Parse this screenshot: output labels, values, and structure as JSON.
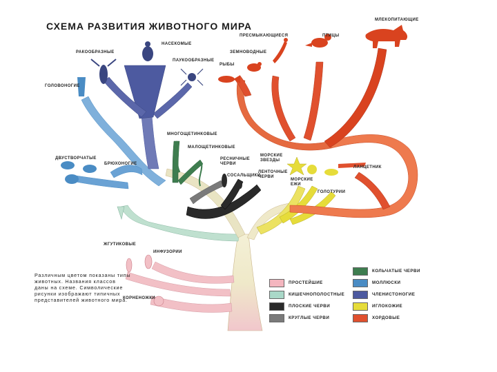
{
  "title": "СХЕМА РАЗВИТИЯ ЖИВОТНОГО МИРА",
  "labels": {
    "mammals": "МЛЕКОПИТАЮЩИЕ",
    "reptiles": "ПРЕСМЫКАЮЩИЕСЯ",
    "birds": "ПТИЦЫ",
    "amphibians": "ЗЕМНОВОДНЫЕ",
    "fish": "РЫБЫ",
    "insects": "НАСЕКОМЫЕ",
    "crustaceans": "РАКООБРАЗНЫЕ",
    "arachnids": "ПАУКООБРАЗНЫЕ",
    "cephalopods": "ГОЛОВОНОГИЕ",
    "bivalves": "ДВУСТВОРЧАТЫЕ",
    "gastropods": "БРЮХОНОГИЕ",
    "polychaetes": "МНОГОЩЕТИНКОВЫЕ",
    "oligochaetes": "МАЛОЩЕТИНКОВЫЕ",
    "ciliated_worms": "РЕСНИЧНЫЕ ЧЕРВИ",
    "flukes": "СОСАЛЬЩИКИ",
    "tapeworms": "ЛЕНТОЧНЫЕ ЧЕРВИ",
    "starfish": "МОРСКИЕ ЗВЕЗДЫ",
    "urchins": "МОРСКИЕ ЕЖИ",
    "holothurians": "ГОЛОТУРИИ",
    "lancelet": "ЛАНЦЕТНИК",
    "flagellates": "ЖГУТИКОВЫЕ",
    "ciliates": "ИНФУЗОРИИ",
    "rhizopods": "КОРНЕНОЖКИ"
  },
  "note": "Различным цветом показаны типы животных. Названия классов даны на схеме. Символические рисунки изображают типичных представителей животного мира.",
  "legend": [
    {
      "label": "ПРОСТЕЙШИЕ",
      "color": "#f4b6bf"
    },
    {
      "label": "КИШЕЧНОПОЛОСТНЫЕ",
      "color": "#a9d8c8"
    },
    {
      "label": "ПЛОСКИЕ ЧЕРВИ",
      "color": "#2a2a2a"
    },
    {
      "label": "КРУГЛЫЕ ЧЕРВИ",
      "color": "#7a7a7a"
    },
    {
      "label": "КОЛЬЧАТЫЕ ЧЕРВИ",
      "color": "#3e7d4f"
    },
    {
      "label": "МОЛЛЮСКИ",
      "color": "#4a8cc4"
    },
    {
      "label": "ЧЛЕНИСТОНОГИЕ",
      "color": "#4d5aa0"
    },
    {
      "label": "ИГЛОКОЖИЕ",
      "color": "#e6dc3a"
    },
    {
      "label": "ХОРДОВЫЕ",
      "color": "#e0502e"
    }
  ]
}
